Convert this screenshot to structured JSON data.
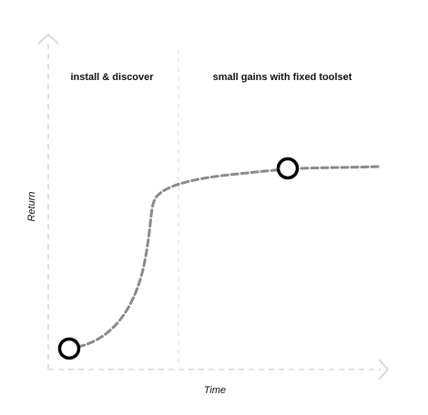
{
  "axes": {
    "x_label": "Time",
    "y_label": "Return"
  },
  "phases": [
    {
      "label": "install & discover"
    },
    {
      "label": "small gains with fixed toolset"
    }
  ],
  "colors": {
    "axis": "#d9d9d9",
    "divider": "#dcdcdc",
    "curve": "#8a8a8a",
    "marker": "#000000",
    "text": "#111111"
  },
  "markers": [
    {
      "name": "start-point"
    },
    {
      "name": "plateau-point"
    }
  ]
}
